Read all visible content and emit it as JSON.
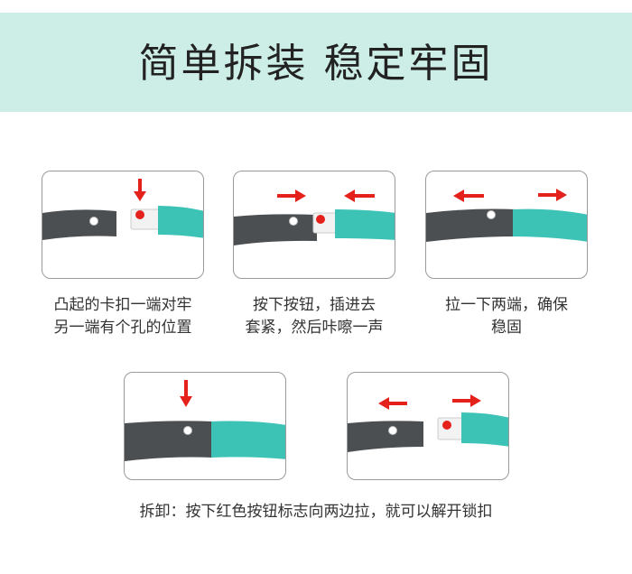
{
  "title": "简单拆装 稳定牢固",
  "colors": {
    "banner_bg": "#cdeee6",
    "tube_gray": "#4c4f52",
    "tube_teal": "#3cc3b6",
    "arrow_red": "#e5211c",
    "connector": "#f2f2f2"
  },
  "steps": [
    {
      "lines": [
        "凸起的卡扣一端对牢",
        "另一端有个孔的位置"
      ]
    },
    {
      "lines": [
        "按下按钮，插进去",
        "套紧，然后咔嚓一声"
      ]
    },
    {
      "lines": [
        "拉一下两端，确保",
        "稳固"
      ]
    }
  ],
  "removal": {
    "caption": "拆卸：按下红色按钮标志向两边拉，就可以解开锁扣"
  }
}
